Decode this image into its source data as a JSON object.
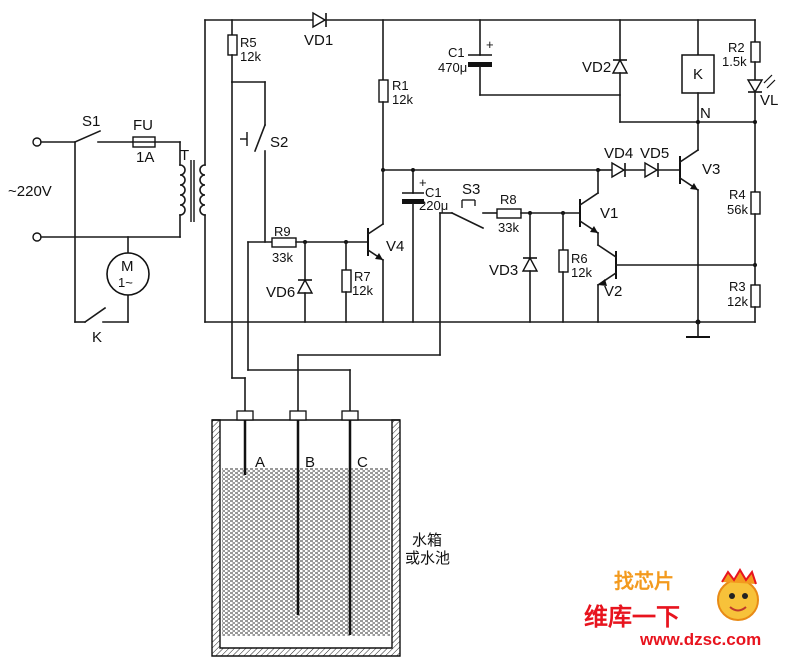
{
  "mains": {
    "voltage": "~220V"
  },
  "components": {
    "S1": "S1",
    "FU": "FU",
    "FU_val": "1A",
    "T": "T",
    "M": "M",
    "M_sub": "1~",
    "K_contact": "K",
    "R5": "R5",
    "R5_val": "12k",
    "VD1": "VD1",
    "R1": "R1",
    "R1_val": "12k",
    "C1_top": "C1",
    "C1_top_val": "470μ",
    "VD2": "VD2",
    "K_relay": "K",
    "R2": "R2",
    "R2_val": "1.5k",
    "VL": "VL",
    "N": "N",
    "S2": "S2",
    "VD4": "VD4",
    "VD5": "VD5",
    "V3": "V3",
    "C1_mid": "C1",
    "C1_mid_val": "220μ",
    "S3": "S3",
    "R8": "R8",
    "R8_val": "33k",
    "V1": "V1",
    "R4": "R4",
    "R4_val": "56k",
    "R9": "R9",
    "R9_val": "33k",
    "V4": "V4",
    "VD6": "VD6",
    "R7": "R7",
    "R7_val": "12k",
    "VD3": "VD3",
    "R6": "R6",
    "R6_val": "12k",
    "V2": "V2",
    "R3": "R3",
    "R3_val": "12k"
  },
  "tank": {
    "probe_a": "A",
    "probe_b": "B",
    "probe_c": "C",
    "label_line1": "水箱",
    "label_line2": "或水池"
  },
  "watermark": {
    "brand": "维库一下",
    "url": "www.dzsc.com",
    "logo_text": "找芯片"
  },
  "colors": {
    "wire": "#1a1a1a",
    "water_pattern": "#333333",
    "watermark_red": "#e8141e",
    "watermark_orange": "#f39a1e"
  }
}
